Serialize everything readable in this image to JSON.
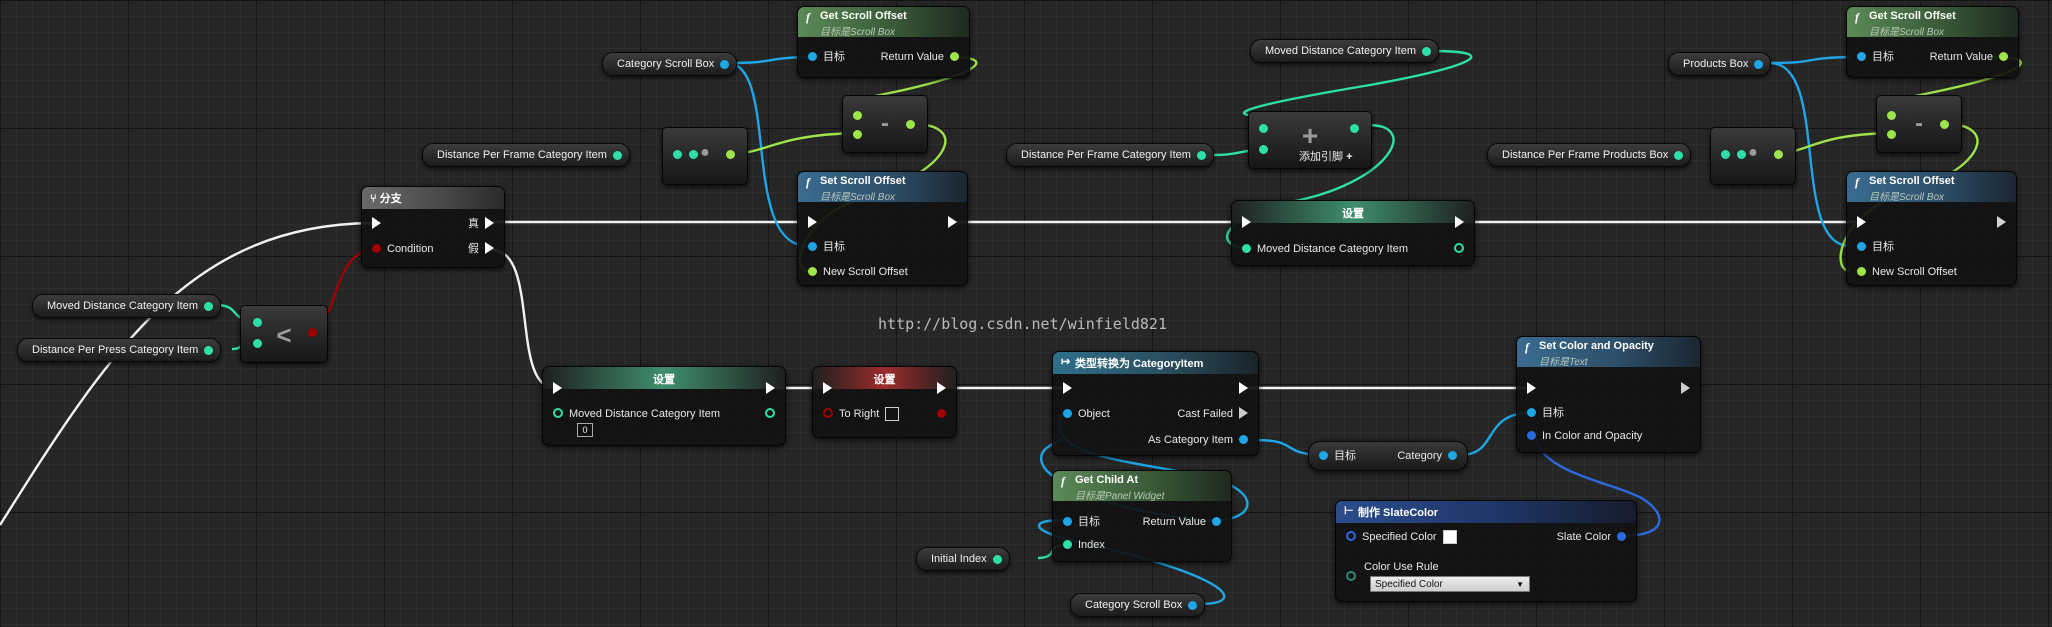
{
  "watermark": "http://blog.csdn.net/winfield821",
  "colors": {
    "exec": "#ffffff",
    "object": "#1ea6e6",
    "float": "#9ee44a",
    "int": "#2ee0a8",
    "bool": "#a00000",
    "struct": "#2a6adf"
  },
  "nodes": {
    "branch": {
      "title": "分支",
      "icon": "branch-icon",
      "condition": "Condition",
      "true_label": "真",
      "false_label": "假"
    },
    "less_op": {
      "symbol": "<"
    },
    "multiply1": {
      "symbol": "●"
    },
    "subtract1": {
      "symbol": "-"
    },
    "add1": {
      "symbol": "+",
      "add_pin": "添加引脚"
    },
    "multiply2": {
      "symbol": "●"
    },
    "subtract2": {
      "symbol": "-"
    },
    "get_scroll1": {
      "title": "Get Scroll Offset",
      "subtitle": "目标是Scroll Box",
      "target": "目标",
      "ret": "Return Value"
    },
    "set_scroll1": {
      "title": "Set Scroll Offset",
      "subtitle": "目标是Scroll Box",
      "target": "目标",
      "new_offset": "New Scroll Offset"
    },
    "set_var1": {
      "title": "设置",
      "pin": "Moved Distance Category Item"
    },
    "get_scroll2": {
      "title": "Get Scroll Offset",
      "subtitle": "目标是Scroll Box",
      "target": "目标",
      "ret": "Return Value"
    },
    "set_scroll2": {
      "title": "Set Scroll Offset",
      "subtitle": "目标是Scroll Box",
      "target": "目标",
      "new_offset": "New Scroll Offset"
    },
    "set_var2": {
      "title": "设置",
      "pin": "Moved Distance Category Item",
      "default": "0"
    },
    "set_var3": {
      "title": "设置",
      "pin": "To Right"
    },
    "cast": {
      "title": "类型转换为 CategoryItem",
      "object": "Object",
      "cast_failed": "Cast Failed",
      "as_item": "As Category Item"
    },
    "set_color": {
      "title": "Set Color and Opacity",
      "subtitle": "目标是Text",
      "target": "目标",
      "color": "In Color and Opacity"
    },
    "get_child": {
      "title": "Get Child At",
      "subtitle": "目标是Panel Widget",
      "target": "目标",
      "index": "Index",
      "ret": "Return Value"
    },
    "break_cat": {
      "target": "目标",
      "category": "Category"
    },
    "make_color": {
      "title": "制作 SlateColor",
      "specified": "Specified Color",
      "rule": "Color Use Rule",
      "rule_value": "Specified Color",
      "out": "Slate Color"
    }
  },
  "variables": {
    "category_scroll_box_1": "Category Scroll Box",
    "distance_per_frame_1": "Distance Per Frame Category Item",
    "moved_distance_top": "Moved Distance Category Item",
    "distance_per_frame_2": "Distance Per Frame Category Item",
    "products_box": "Products Box",
    "distance_per_frame_products": "Distance Per Frame Products Box",
    "moved_distance_left": "Moved Distance Category Item",
    "distance_per_press": "Distance Per Press Category Item",
    "initial_index": "Initial Index",
    "category_scroll_box_2": "Category Scroll Box"
  }
}
